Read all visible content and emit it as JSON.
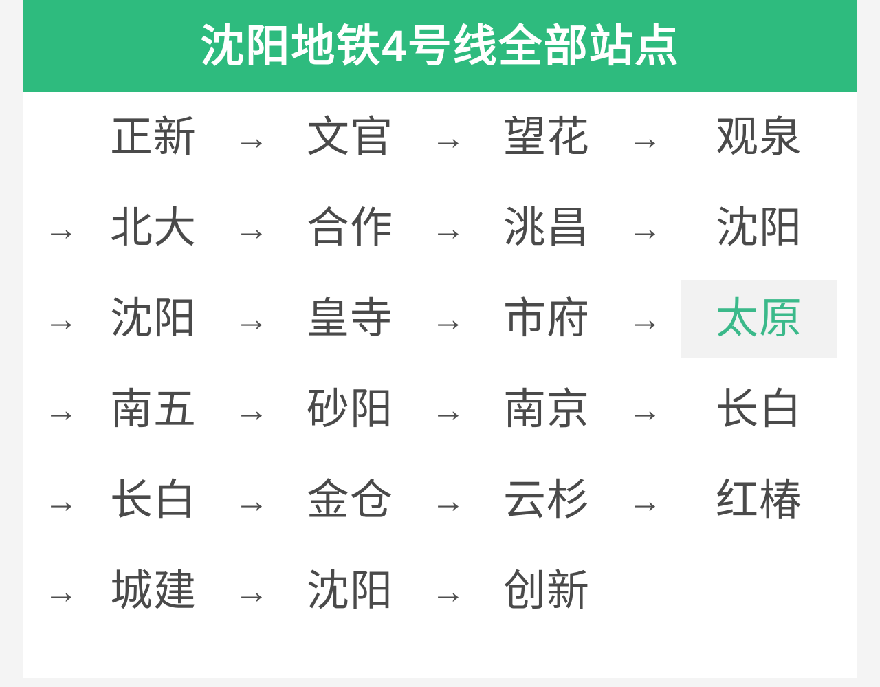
{
  "header": {
    "title": "沈阳地铁4号线全部站点",
    "background_color": "#2ebb7e",
    "text_color": "#ffffff"
  },
  "theme": {
    "page_background": "#f4f4f4",
    "card_background": "#ffffff",
    "station_text_color": "#4a4a4a",
    "arrow_color": "#4f4f4f",
    "highlight_background": "#f2f2f2",
    "highlight_text_color": "#3bb98a"
  },
  "arrow_glyph": "→",
  "line": {
    "name": "沈阳地铁4号线",
    "highlighted_station": "太原",
    "stations": [
      "正新",
      "文官",
      "望花",
      "观泉",
      "北大",
      "合作",
      "洮昌",
      "沈阳",
      "沈阳",
      "皇寺",
      "市府",
      "太原",
      "南五",
      "砂阳",
      "南京",
      "长白",
      "长白",
      "金仓",
      "云杉",
      "红椿",
      "城建",
      "沈阳",
      "创新"
    ]
  },
  "rows": [
    {
      "lead_arrow": "",
      "cells": [
        {
          "station": "正新",
          "arrow": "→",
          "highlight": false
        },
        {
          "station": "文官",
          "arrow": "→",
          "highlight": false
        },
        {
          "station": "望花",
          "arrow": "→",
          "highlight": false
        },
        {
          "station": "观泉",
          "arrow": "",
          "highlight": false
        }
      ]
    },
    {
      "lead_arrow": "→",
      "cells": [
        {
          "station": "北大",
          "arrow": "→",
          "highlight": false
        },
        {
          "station": "合作",
          "arrow": "→",
          "highlight": false
        },
        {
          "station": "洮昌",
          "arrow": "→",
          "highlight": false
        },
        {
          "station": "沈阳",
          "arrow": "",
          "highlight": false
        }
      ]
    },
    {
      "lead_arrow": "→",
      "cells": [
        {
          "station": "沈阳",
          "arrow": "→",
          "highlight": false
        },
        {
          "station": "皇寺",
          "arrow": "→",
          "highlight": false
        },
        {
          "station": "市府",
          "arrow": "→",
          "highlight": false
        },
        {
          "station": "太原",
          "arrow": "",
          "highlight": true
        }
      ]
    },
    {
      "lead_arrow": "→",
      "cells": [
        {
          "station": "南五",
          "arrow": "→",
          "highlight": false
        },
        {
          "station": "砂阳",
          "arrow": "→",
          "highlight": false
        },
        {
          "station": "南京",
          "arrow": "→",
          "highlight": false
        },
        {
          "station": "长白",
          "arrow": "",
          "highlight": false
        }
      ]
    },
    {
      "lead_arrow": "→",
      "cells": [
        {
          "station": "长白",
          "arrow": "→",
          "highlight": false
        },
        {
          "station": "金仓",
          "arrow": "→",
          "highlight": false
        },
        {
          "station": "云杉",
          "arrow": "→",
          "highlight": false
        },
        {
          "station": "红椿",
          "arrow": "",
          "highlight": false
        }
      ]
    },
    {
      "lead_arrow": "→",
      "cells": [
        {
          "station": "城建",
          "arrow": "→",
          "highlight": false
        },
        {
          "station": "沈阳",
          "arrow": "→",
          "highlight": false
        },
        {
          "station": "创新",
          "arrow": "",
          "highlight": false
        },
        {
          "station": "",
          "arrow": "",
          "highlight": false
        }
      ]
    }
  ],
  "watermark": {
    "text": "",
    "visible": true
  }
}
